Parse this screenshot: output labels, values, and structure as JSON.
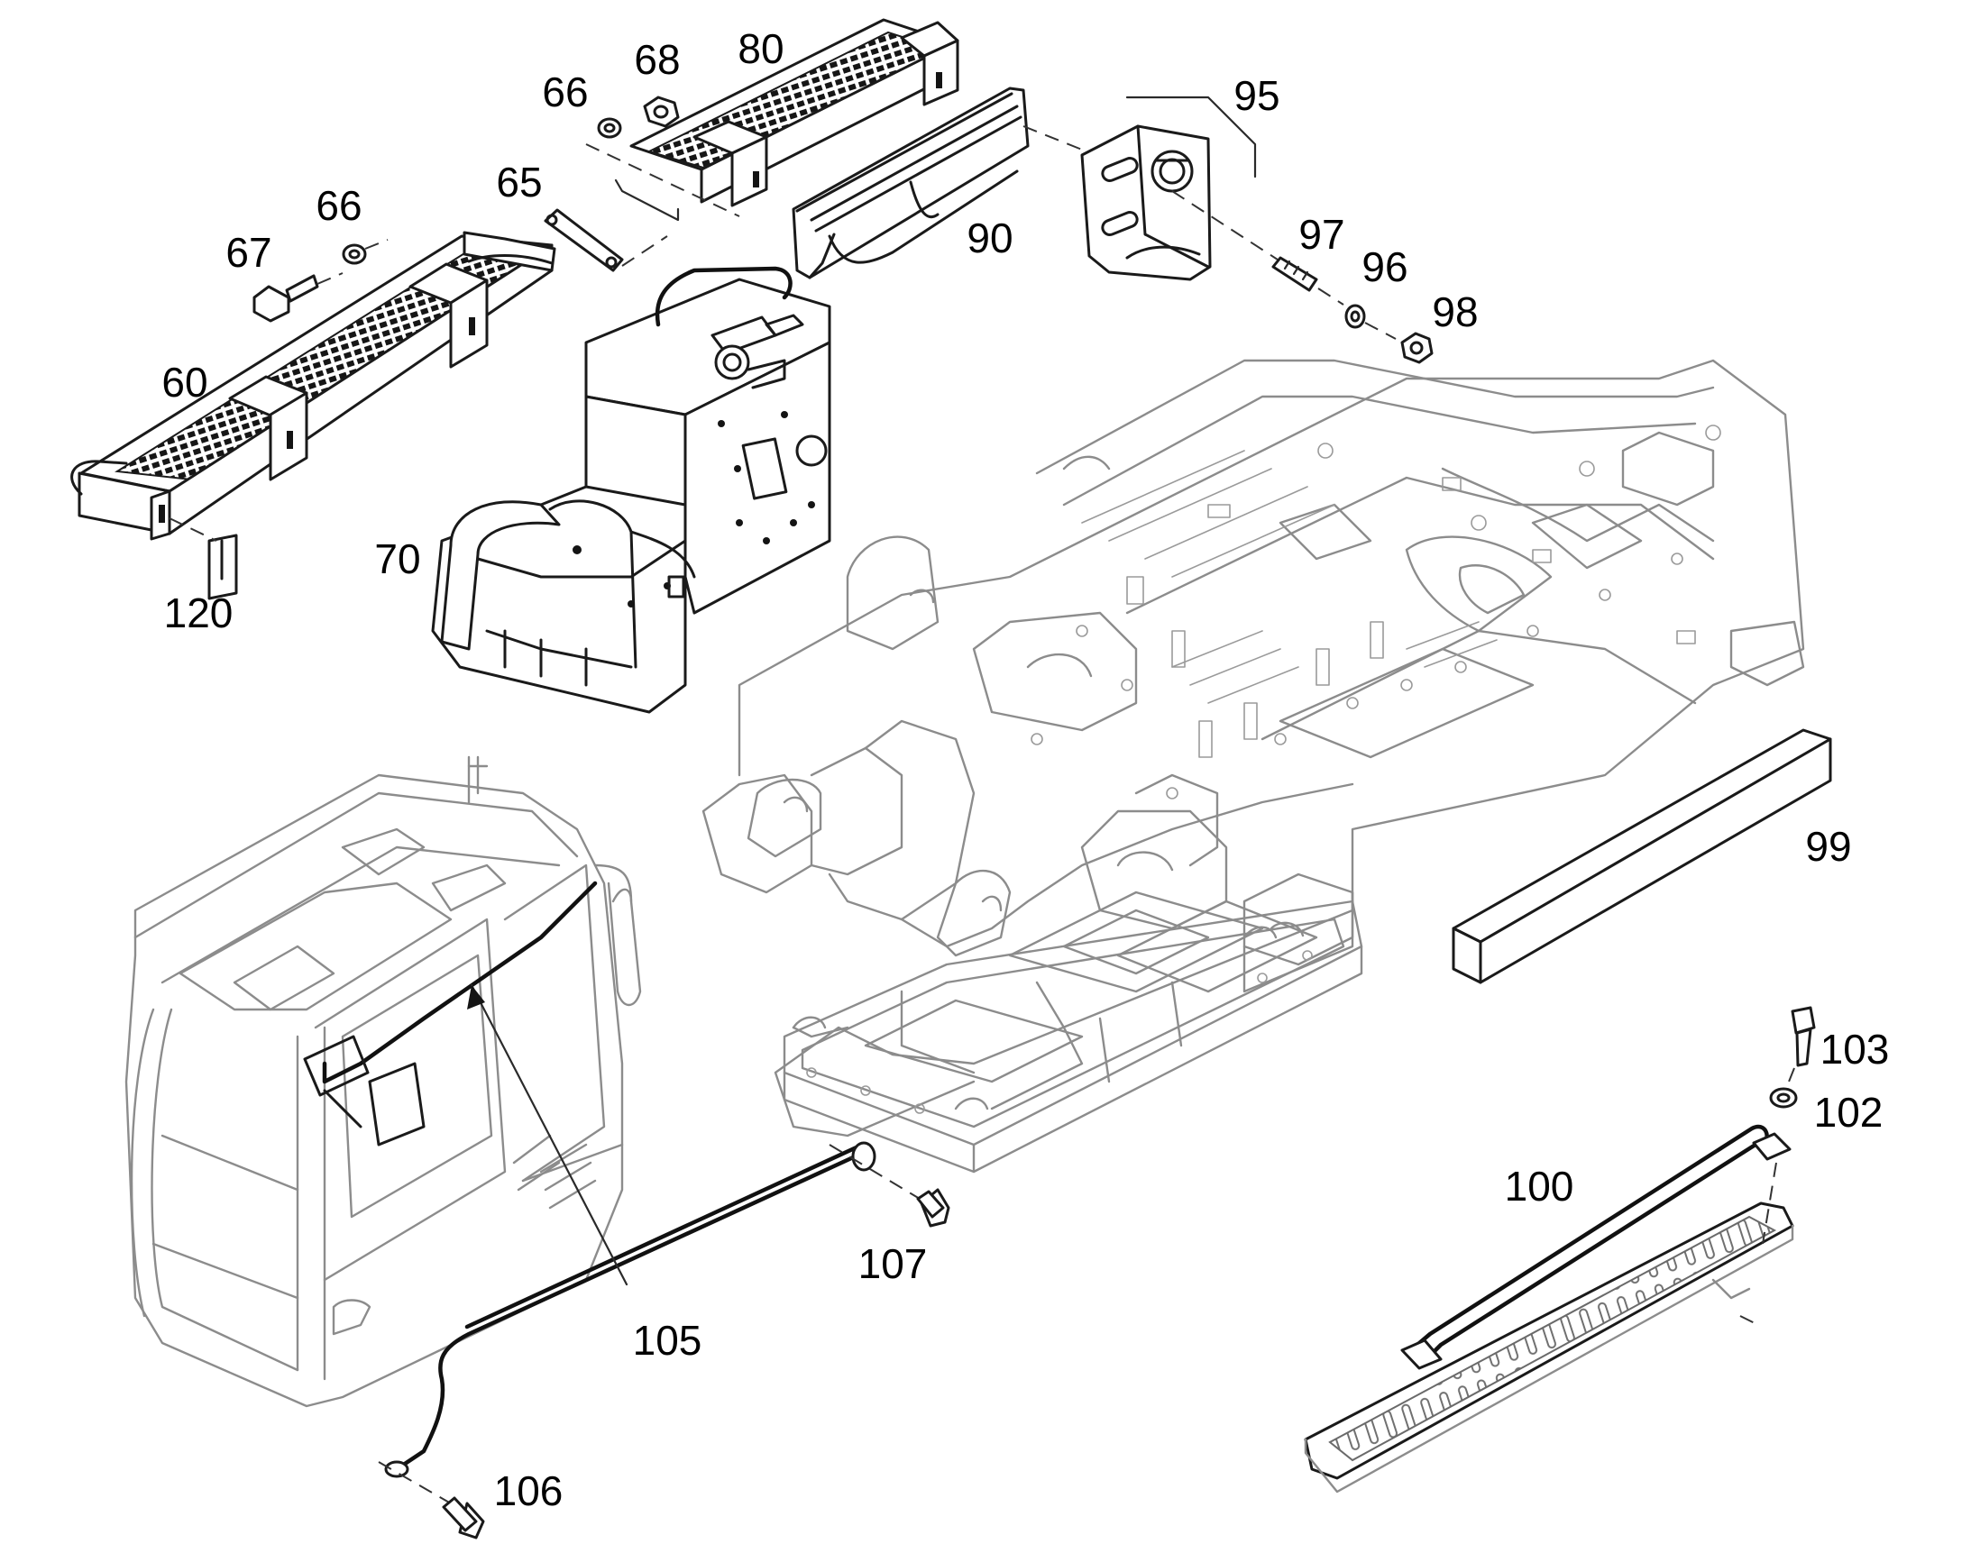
{
  "diagram": {
    "labels": {
      "p60": "60",
      "p65": "65",
      "p66a": "66",
      "p66b": "66",
      "p67": "67",
      "p68": "68",
      "p70": "70",
      "p80": "80",
      "p90": "90",
      "p95": "95",
      "p96": "96",
      "p97": "97",
      "p98": "98",
      "p99": "99",
      "p100": "100",
      "p102": "102",
      "p103": "103",
      "p105": "105",
      "p106": "106",
      "p107": "107",
      "p120": "120"
    }
  }
}
